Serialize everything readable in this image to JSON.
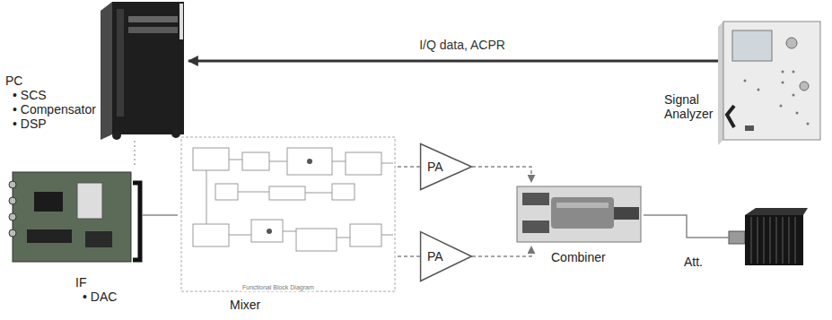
{
  "diagram": {
    "nodes": [
      {
        "text": [
          "PC",
          "• SCS",
          "• Compensator",
          "• DSP"
        ]
      },
      {
        "text": [
          "Signal Analyzer"
        ]
      },
      {
        "text": [
          "IF",
          "• DAC"
        ]
      },
      {
        "text": [
          "Mixer"
        ]
      },
      {
        "text": [
          "PA"
        ]
      },
      {
        "text": [
          "PA"
        ]
      },
      {
        "text": [
          "Combiner"
        ]
      },
      {
        "text": [
          "Att."
        ]
      }
    ],
    "edges": [
      {
        "from": 1,
        "to": 0,
        "arrow": "to",
        "label": "I/Q data, ACPR"
      },
      {
        "from": 0,
        "to": 2,
        "arrow": "none"
      },
      {
        "from": 2,
        "to": 3,
        "arrow": "none"
      },
      {
        "from": 3,
        "to": 4,
        "arrow": "none"
      },
      {
        "from": 3,
        "to": 5,
        "arrow": "none"
      },
      {
        "from": 4,
        "to": 6,
        "arrow": "to"
      },
      {
        "from": 5,
        "to": 6,
        "arrow": "to"
      },
      {
        "from": 6,
        "to": 7,
        "arrow": "none"
      }
    ],
    "labels": [
      "Functional Block Diagram"
    ]
  }
}
